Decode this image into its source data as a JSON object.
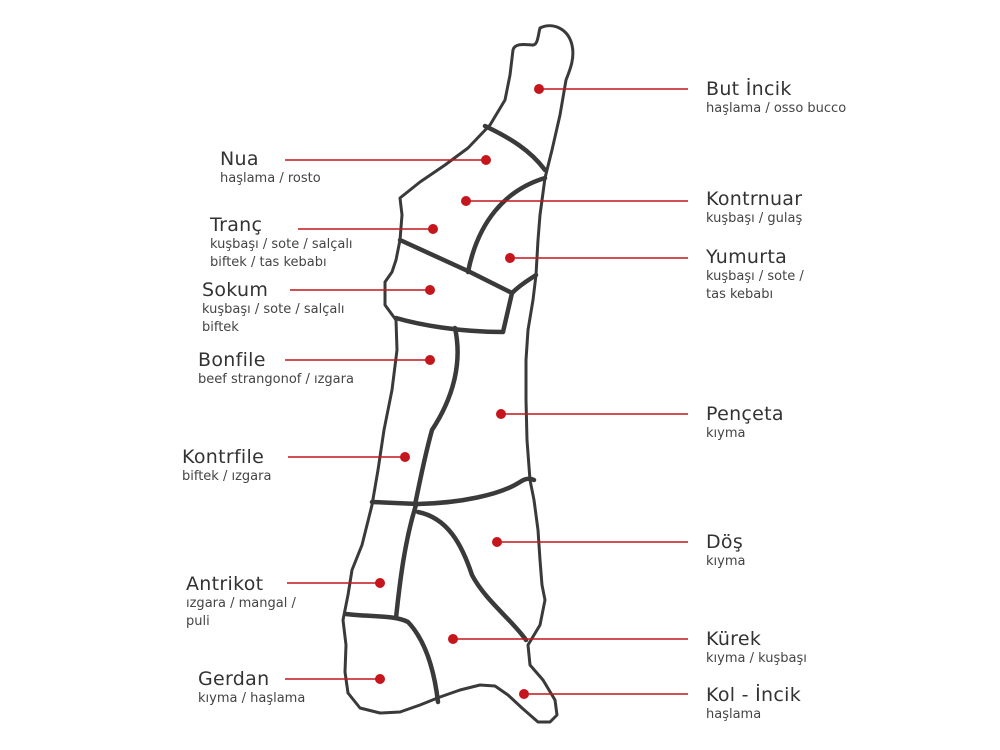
{
  "cuts": [
    {
      "id": "but-incik",
      "name": "But İncik",
      "desc": [
        "haşlama / osso bucco"
      ]
    },
    {
      "id": "nua",
      "name": "Nua",
      "desc": [
        "haşlama / rosto"
      ]
    },
    {
      "id": "kontrnuar",
      "name": "Kontrnuar",
      "desc": [
        "kuşbaşı / gulaş"
      ]
    },
    {
      "id": "tranc",
      "name": "Tranç",
      "desc": [
        "kuşbaşı / sote / salçalı",
        "biftek / tas kebabı"
      ]
    },
    {
      "id": "yumurta",
      "name": "Yumurta",
      "desc": [
        "kuşbaşı / sote /",
        "tas kebabı"
      ]
    },
    {
      "id": "sokum",
      "name": "Sokum",
      "desc": [
        "kuşbaşı / sote / salçalı",
        "biftek"
      ]
    },
    {
      "id": "bonfile",
      "name": "Bonfile",
      "desc": [
        "beef strangonof / ızgara"
      ]
    },
    {
      "id": "penceta",
      "name": "Pençeta",
      "desc": [
        "kıyma"
      ]
    },
    {
      "id": "kontrfile",
      "name": "Kontrfile",
      "desc": [
        "biftek / ızgara"
      ]
    },
    {
      "id": "dos",
      "name": "Döş",
      "desc": [
        "kıyma"
      ]
    },
    {
      "id": "antrikot",
      "name": "Antrikot",
      "desc": [
        "ızgara / mangal /",
        "puli"
      ]
    },
    {
      "id": "kurek",
      "name": "Kürek",
      "desc": [
        "kıyma / kuşbaşı"
      ]
    },
    {
      "id": "gerdan",
      "name": "Gerdan",
      "desc": [
        "kıyma / haşlama"
      ]
    },
    {
      "id": "kol-incik",
      "name": "Kol - İncik",
      "desc": [
        "haşlama"
      ]
    }
  ],
  "colors": {
    "accent": "#c4161c",
    "outline": "#3a3a3a",
    "text": "#333333"
  }
}
